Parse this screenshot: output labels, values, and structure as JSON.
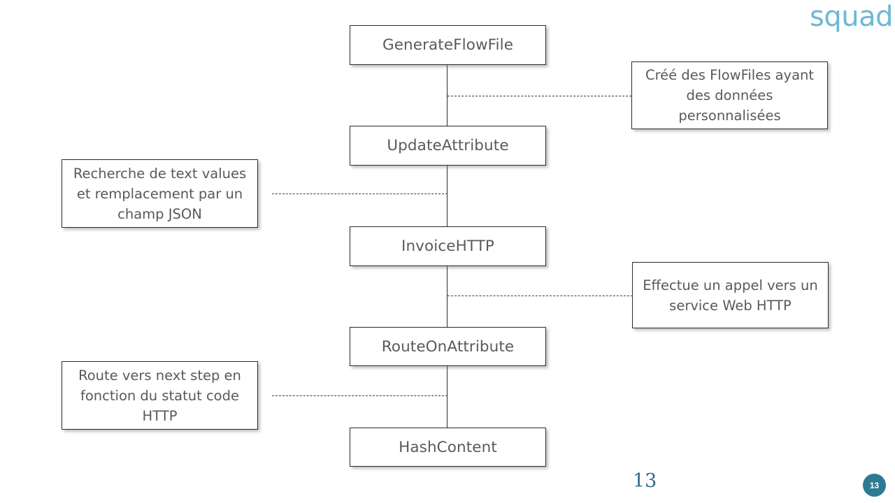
{
  "slide": {
    "logo_text": "squad",
    "logo_color": "#6cb8d6",
    "page_number": "13",
    "badge_number": "13",
    "badge_color": "#2d7a93",
    "background_color": "#ffffff",
    "box_text_color": "#5a5a5a",
    "box_border_color": "#2b2b2b"
  },
  "flow": {
    "steps": [
      {
        "label": "GenerateFlowFile"
      },
      {
        "label": "UpdateAttribute"
      },
      {
        "label": "InvoiceHTTP"
      },
      {
        "label": "RouteOnAttribute"
      },
      {
        "label": "HashContent"
      }
    ]
  },
  "notes": [
    {
      "id": "note-generateflowfile",
      "text": "Créé des FlowFiles ayant des données personnalisées",
      "side": "right"
    },
    {
      "id": "note-updateattribute",
      "text": "Recherche de text values et remplacement par un champ JSON",
      "side": "left"
    },
    {
      "id": "note-invoicehttp",
      "text": "Effectue un appel vers un service Web HTTP",
      "side": "right"
    },
    {
      "id": "note-routeonattribute",
      "text": "Route vers next step en fonction du statut code HTTP",
      "side": "left"
    }
  ]
}
